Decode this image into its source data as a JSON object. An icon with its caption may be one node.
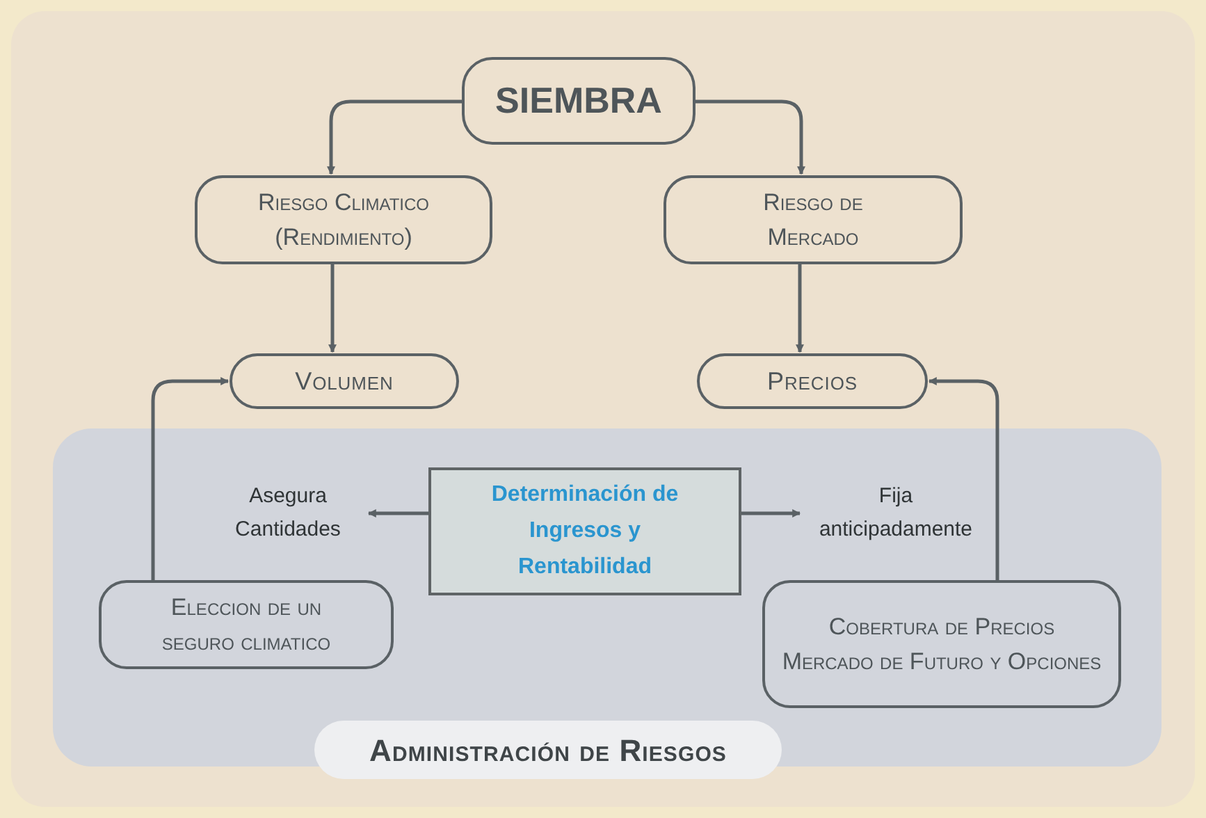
{
  "diagram": {
    "nodes": [
      {
        "text": [
          "SIEMBRA"
        ]
      },
      {
        "text": [
          "Riesgo Climatico (Rendimiento)"
        ]
      },
      {
        "text": [
          "Riesgo de Mercado"
        ]
      },
      {
        "text": [
          "Volumen"
        ]
      },
      {
        "text": [
          "Precios"
        ]
      },
      {
        "text": [
          "Administración de Riesgos"
        ]
      },
      {
        "text": [
          "Determinación de Ingresos y Rentabilidad"
        ],
        "in": 5
      },
      {
        "text": [
          "Asegura Cantidades"
        ],
        "in": 5
      },
      {
        "text": [
          "Fija anticipadamente"
        ],
        "in": 5
      },
      {
        "text": [
          "Eleccion de un seguro climatico"
        ],
        "in": 5
      },
      {
        "text": [
          "Cobertura de Precios Mercado de Futuro y Opciones"
        ],
        "in": 5
      }
    ],
    "edges": [
      {
        "from": 0,
        "to": 1,
        "arrow": "to"
      },
      {
        "from": 0,
        "to": 2,
        "arrow": "to"
      },
      {
        "from": 1,
        "to": 3,
        "arrow": "to"
      },
      {
        "from": 2,
        "to": 4,
        "arrow": "to"
      },
      {
        "from": 6,
        "to": 7,
        "arrow": "to"
      },
      {
        "from": 6,
        "to": 8,
        "arrow": "to"
      },
      {
        "from": 9,
        "to": 3,
        "arrow": "to"
      },
      {
        "from": 10,
        "to": 4,
        "arrow": "to"
      }
    ]
  }
}
